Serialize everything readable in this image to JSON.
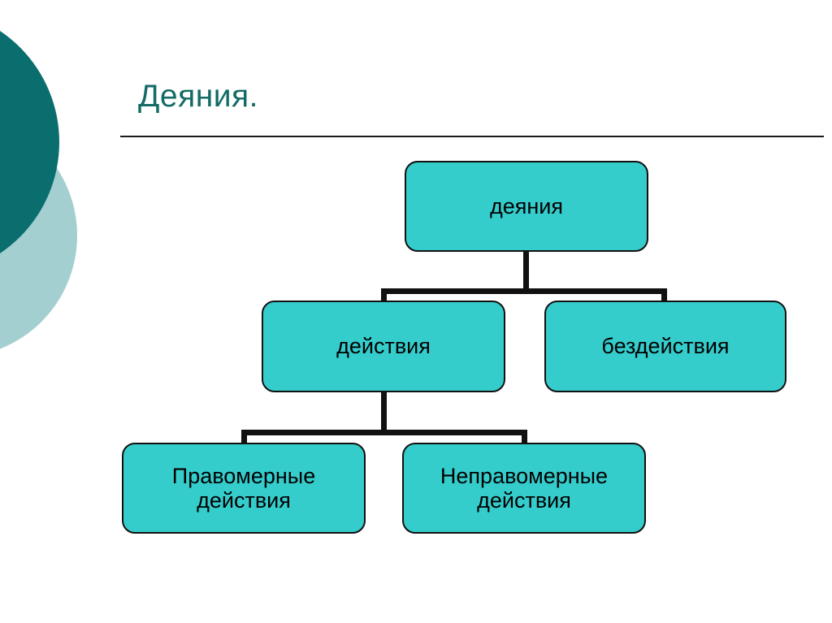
{
  "slide": {
    "title": "Деяния.",
    "title_color": "#136b65",
    "background_color": "#ffffff"
  },
  "decor": {
    "dark_circle_color": "#0a6e6e",
    "light_circle_color": "#a4cfd1"
  },
  "diagram": {
    "node_fill_color": "#35cccc",
    "node_border_color": "#111111",
    "connector_color": "#111111",
    "nodes": [
      {
        "id": "root",
        "label": "деяния"
      },
      {
        "id": "action",
        "label": "действия"
      },
      {
        "id": "inaction",
        "label": "бездействия"
      },
      {
        "id": "lawful",
        "label": "Правомерные\nдействия"
      },
      {
        "id": "unlawful",
        "label": "Неправомерные\nдействия"
      }
    ],
    "edges": [
      {
        "from": "root",
        "to": "action"
      },
      {
        "from": "root",
        "to": "inaction"
      },
      {
        "from": "action",
        "to": "lawful"
      },
      {
        "from": "action",
        "to": "unlawful"
      }
    ]
  }
}
